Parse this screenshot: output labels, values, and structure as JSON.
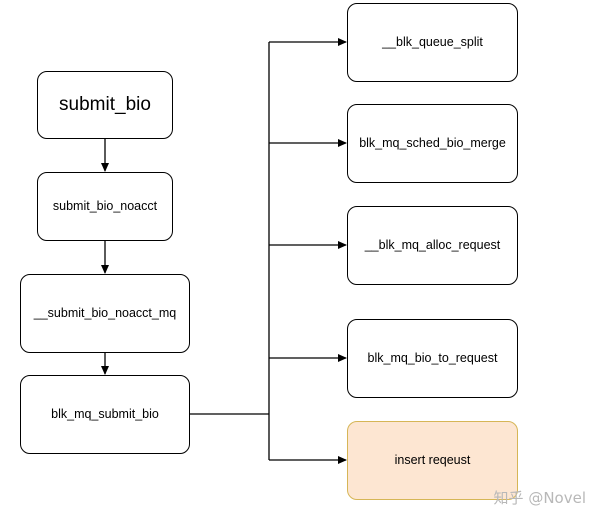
{
  "nodes": {
    "submit_bio": "submit_bio",
    "submit_bio_noacct": "submit_bio_noacct",
    "submit_bio_noacct_mq": "__submit_bio_noacct_mq",
    "blk_mq_submit_bio": "blk_mq_submit_bio",
    "blk_queue_split": "__blk_queue_split",
    "blk_mq_sched_bio_merge": "blk_mq_sched_bio_merge",
    "blk_mq_alloc_request": "__blk_mq_alloc_request",
    "blk_mq_bio_to_request": "blk_mq_bio_to_request",
    "insert_request": "insert reqeust"
  },
  "colors": {
    "highlight_fill": "#fde6d2",
    "highlight_border": "#d6b656"
  },
  "watermark": "知乎 @Novel"
}
